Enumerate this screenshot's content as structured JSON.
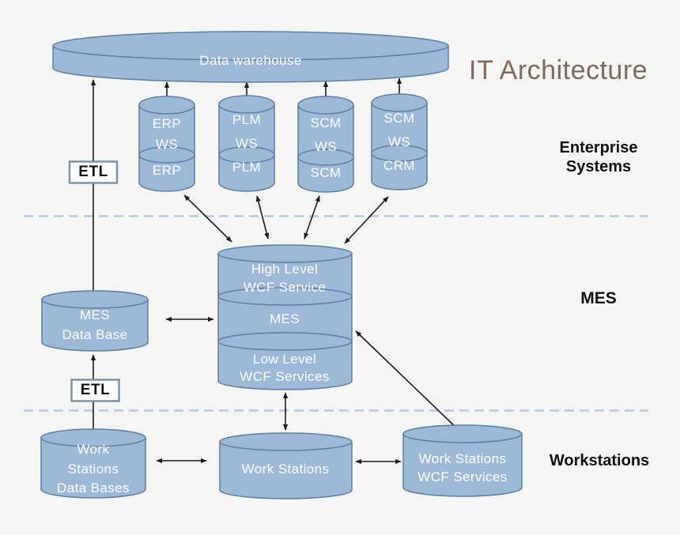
{
  "title": "IT Architecture",
  "colors": {
    "background": "#f5f5f4",
    "cylinder_fill": "#9cbad8",
    "cylinder_stroke": "#5b7ea1",
    "node_text": "#ffffff",
    "title_text": "#7e6a5d",
    "zone_label_text": "#111111",
    "arrow": "#1c1c1c",
    "divider_dashed": "#b0c8de",
    "etl_fill": "#ffffff",
    "etl_border": "#7d93aa",
    "etl_text": "#111111"
  },
  "zones": {
    "enterprise": {
      "line1": "Enterprise",
      "line2": "Systems"
    },
    "mes": {
      "label": "MES"
    },
    "workstations": {
      "label": "Workstations"
    }
  },
  "nodes": {
    "data_warehouse": {
      "label": "Data warehouse"
    },
    "erp": {
      "service_line1": "ERP",
      "service_line2": "WS",
      "system": "ERP"
    },
    "plm": {
      "service_line1": "PLM",
      "service_line2": "WS",
      "system": "PLM"
    },
    "scm": {
      "service_line1": "SCM",
      "service_line2": "WS",
      "system": "SCM"
    },
    "crm": {
      "service_line1": "SCM",
      "service_line2": "WS",
      "system": "CRM"
    },
    "etl_upper": {
      "label": "ETL"
    },
    "etl_lower": {
      "label": "ETL"
    },
    "mes_database": {
      "line1": "MES",
      "line2": "Data Base"
    },
    "mes_stack": {
      "high_line1": "High Level",
      "high_line2": "WCF Service",
      "core": "MES",
      "low_line1": "Low Level",
      "low_line2": "WCF Services"
    },
    "workstation_databases": {
      "line1": "Work",
      "line2": "Stations",
      "line3": "Data Bases"
    },
    "workstations": {
      "label": "Work Stations"
    },
    "workstation_wcf_services": {
      "line1": "Work Stations",
      "line2": "WCF Services"
    }
  }
}
